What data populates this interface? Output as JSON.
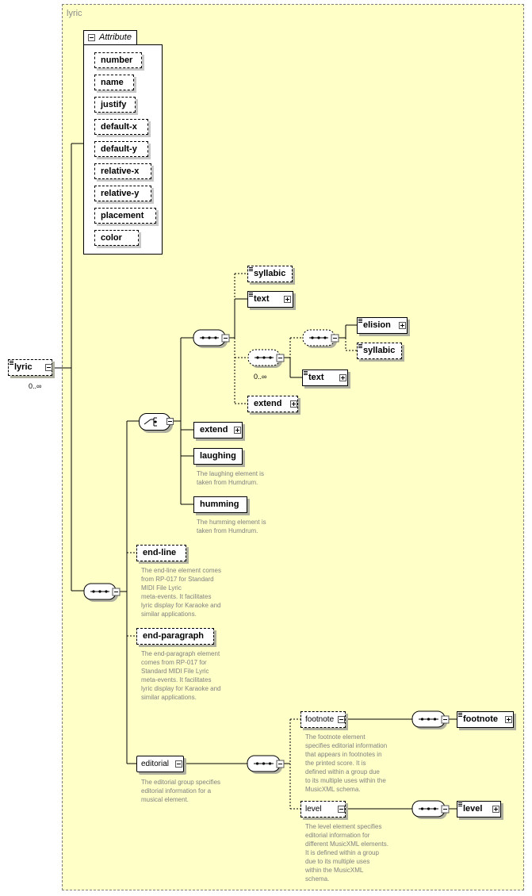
{
  "panel_title": "lyric",
  "attribute_group_label": "Attribute",
  "attributes": [
    "number",
    "name",
    "justify",
    "default-x",
    "default-y",
    "relative-x",
    "relative-y",
    "placement",
    "color"
  ],
  "root": {
    "name": "lyric",
    "cardinality": "0..∞"
  },
  "elements": {
    "syllabic_1": "syllabic",
    "text_1": "text",
    "elision": "elision",
    "syllabic_2": "syllabic",
    "seq_cardinality": "0..∞",
    "text_2": "text",
    "extend_1": "extend",
    "extend_2": "extend",
    "laughing": "laughing",
    "humming": "humming",
    "end_line": "end-line",
    "end_paragraph": "end-paragraph",
    "editorial": "editorial",
    "footnote_group": "footnote",
    "footnote": "footnote",
    "level_group": "level",
    "level": "level"
  },
  "descriptions": {
    "laughing": [
      "The laughing element is",
      "taken from Humdrum."
    ],
    "humming": [
      "The humming element is",
      "taken from Humdrum."
    ],
    "end_line": [
      "The end-line element comes",
      "from RP-017 for Standard",
      "MIDI File Lyric",
      "meta-events. It facilitates",
      "lyric display for Karaoke and",
      "similar applications."
    ],
    "end_paragraph": [
      "The end-paragraph element",
      "comes from RP-017 for",
      "Standard MIDI File Lyric",
      "meta-events. It facilitates",
      "lyric display for Karaoke and",
      "similar applications."
    ],
    "editorial": [
      "The editorial group specifies",
      "editorial information for a",
      "musical element."
    ],
    "footnote": [
      "The footnote element",
      "specifies editorial information",
      "that appears in footnotes in",
      "the printed score. It is",
      "defined within a group due",
      "to its multiple uses within the",
      "MusicXML schema."
    ],
    "level": [
      "The level element specifies",
      "editorial information for",
      "different MusicXML elements.",
      "It is defined within a group",
      "due to its multiple uses",
      "within the MusicXML",
      "schema."
    ]
  },
  "colors": {
    "panel_bg": "#ffffc8",
    "description_text": "#808080",
    "shadow": "#b0b0a0"
  }
}
